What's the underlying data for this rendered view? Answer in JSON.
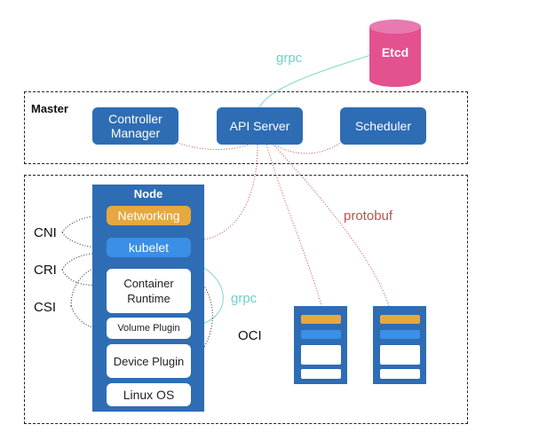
{
  "etcd": {
    "label": "Etcd",
    "color": "#e4518f"
  },
  "master": {
    "title": "Master",
    "components": {
      "controller_manager": "Controller\nManager",
      "api_server": "API Server",
      "scheduler": "Scheduler"
    }
  },
  "node": {
    "title": "Node",
    "networking": "Networking",
    "kubelet": "kubelet",
    "container_runtime": "Container\nRuntime",
    "volume_plugin": "Volume Plugin",
    "device_plugin": "Device Plugin",
    "linux_os": "Linux OS"
  },
  "connections": {
    "grpc_top": "grpc",
    "grpc_node": "grpc",
    "protobuf": "protobuf",
    "oci": "OCI",
    "cni": "CNI",
    "cri": "CRI",
    "csi": "CSI"
  },
  "colors": {
    "primary_blue": "#2e6db4",
    "light_blue": "#3a8fe6",
    "orange": "#e6a83f",
    "grpc_line": "#7fd8d0",
    "protobuf_line": "#c0504d"
  }
}
